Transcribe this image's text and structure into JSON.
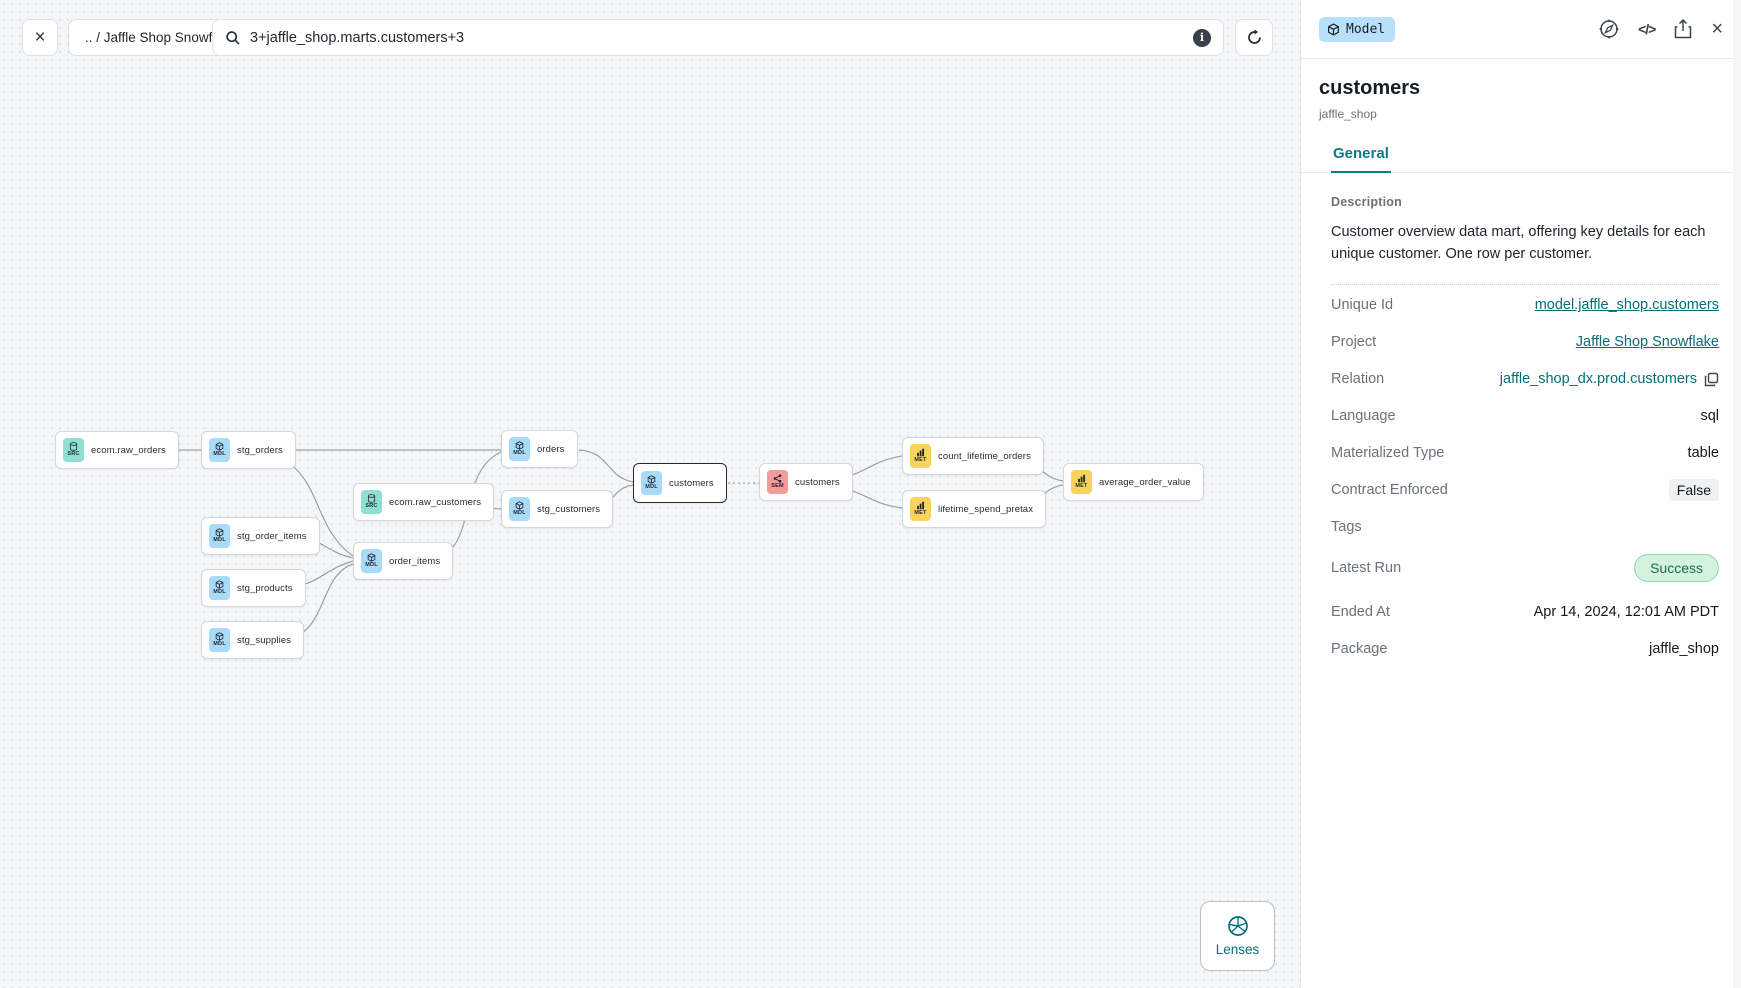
{
  "topbar": {
    "breadcrumb": ".. / Jaffle Shop Snowflake",
    "search_value": "3+jaffle_shop.marts.customers+3"
  },
  "graph": {
    "nodes": [
      {
        "label": "ecom.raw_orders",
        "badge": "SRC"
      },
      {
        "label": "stg_orders",
        "badge": "MDL"
      },
      {
        "label": "stg_order_items",
        "badge": "MDL"
      },
      {
        "label": "stg_products",
        "badge": "MDL"
      },
      {
        "label": "stg_supplies",
        "badge": "MDL"
      },
      {
        "label": "ecom.raw_customers",
        "badge": "SRC"
      },
      {
        "label": "order_items",
        "badge": "MDL"
      },
      {
        "label": "orders",
        "badge": "MDL"
      },
      {
        "label": "stg_customers",
        "badge": "MDL"
      },
      {
        "label": "customers",
        "badge": "MDL"
      },
      {
        "label": "customers",
        "badge": "SEM"
      },
      {
        "label": "count_lifetime_orders",
        "badge": "MET"
      },
      {
        "label": "lifetime_spend_pretax",
        "badge": "MET"
      },
      {
        "label": "average_order_value",
        "badge": "MET"
      }
    ],
    "lenses_label": "Lenses"
  },
  "panel": {
    "type_badge": "Model",
    "title": "customers",
    "subtitle": "jaffle_shop",
    "tab_general": "General",
    "description_label": "Description",
    "description": "Customer overview data mart, offering key details for each unique customer. One row per customer.",
    "fields": [
      {
        "label": "Unique Id",
        "value": "model.jaffle_shop.customers"
      },
      {
        "label": "Project",
        "value": "Jaffle Shop Snowflake"
      },
      {
        "label": "Relation",
        "value": "jaffle_shop_dx.prod.customers"
      },
      {
        "label": "Language",
        "value": "sql"
      },
      {
        "label": "Materialized Type",
        "value": "table"
      },
      {
        "label": "Contract Enforced",
        "value": "False"
      },
      {
        "label": "Tags",
        "value": ""
      },
      {
        "label": "Latest Run",
        "value": "Success"
      },
      {
        "label": "Ended At",
        "value": "Apr 14, 2024, 12:01 AM PDT"
      },
      {
        "label": "Package",
        "value": "jaffle_shop"
      }
    ]
  },
  "colors": {
    "accent_teal": "#0a7c87",
    "badge_model_bg": "#b9e0fb",
    "chip_src": "#8fe0d2",
    "chip_mdl": "#a9dbf8",
    "chip_sem": "#f39a9a",
    "chip_met": "#f8d35e",
    "success_bg": "#d5f2df",
    "success_text": "#1d6a4c"
  }
}
